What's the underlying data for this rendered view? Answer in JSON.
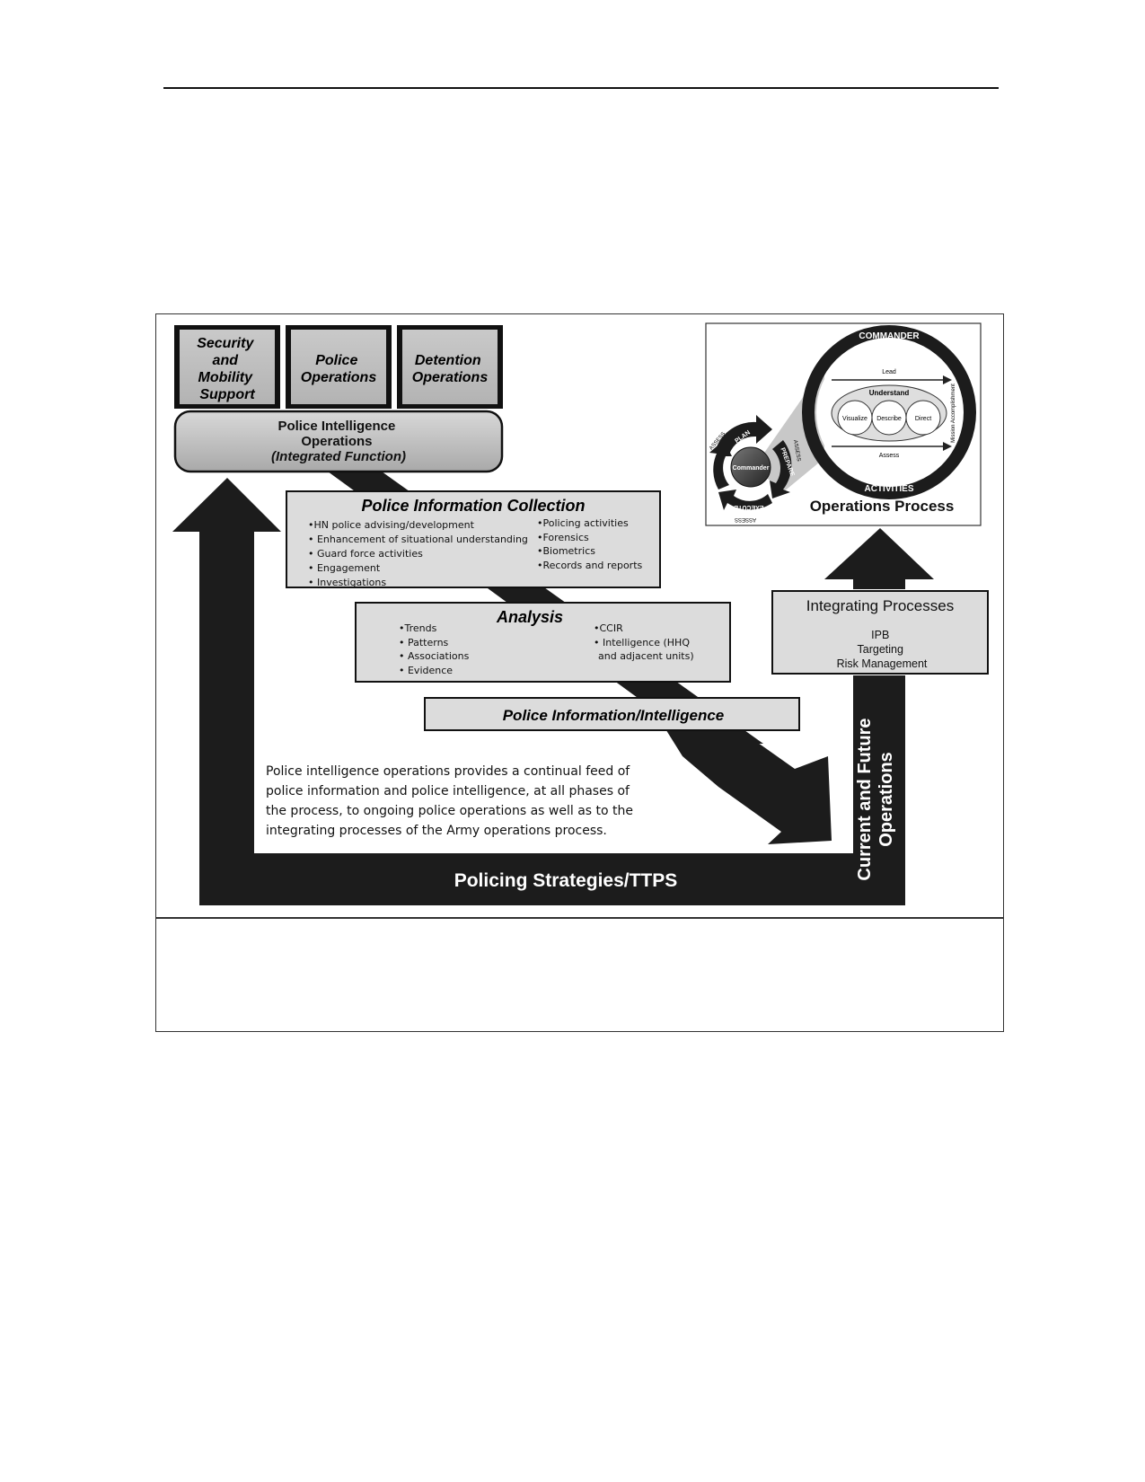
{
  "top_boxes": [
    {
      "lines": [
        "Security",
        "and",
        "Mobility",
        "Support"
      ]
    },
    {
      "lines": [
        "Police",
        "Operations"
      ]
    },
    {
      "lines": [
        "Detention",
        "Operations"
      ]
    }
  ],
  "integrated": {
    "line1": "Police Intelligence",
    "line2": "Operations",
    "line3": "(Integrated Function)"
  },
  "collection": {
    "title": "Police Information Collection",
    "left_items": [
      "•HN police advising/development",
      "• Enhancement of situational understanding",
      "• Guard force activities",
      "• Engagement",
      "• Investigations"
    ],
    "right_items": [
      "•Policing activities",
      "•Forensics",
      "•Biometrics",
      "•Records and reports"
    ]
  },
  "analysis": {
    "title": "Analysis",
    "left_items": [
      "•Trends",
      "• Patterns",
      "• Associations",
      "• Evidence"
    ],
    "right_items": [
      "•CCIR",
      "• Intelligence (HHQ",
      "and adjacent units)"
    ]
  },
  "pii": {
    "title": "Police Information/Intelligence"
  },
  "integrating": {
    "title": "Integrating Processes",
    "items": [
      "IPB",
      "Targeting",
      "Risk Management"
    ]
  },
  "ops_process": {
    "title": "Operations Process",
    "ring_top": "COMMANDER",
    "ring_bottom": "ACTIVITIES",
    "lead": "Lead",
    "assess": "Assess",
    "understand": "Understand",
    "visualize": "Visualize",
    "describe": "Describe",
    "direct": "Direct",
    "mission": "Mission Accomplishment",
    "commander": "Commander",
    "plan": "PLAN",
    "prepare": "PREPARE",
    "execute": "EXECUTE",
    "assess_cycle": "ASSESS"
  },
  "description": [
    "Police intelligence operations provides a continual feed of",
    "police information and police intelligence, at all phases of",
    "the process, to ongoing police operations as well as to the",
    "integrating processes of the Army operations process."
  ],
  "bottom_label": "Policing Strategies/TTPS",
  "vertical_label": [
    "Current and Future",
    "Operations"
  ],
  "colors": {
    "arrow": "#1c1c1c",
    "box_fill": "#dcdcdc",
    "box_border": "#1a1a1a",
    "pill_fill": "#bdbdbd"
  }
}
